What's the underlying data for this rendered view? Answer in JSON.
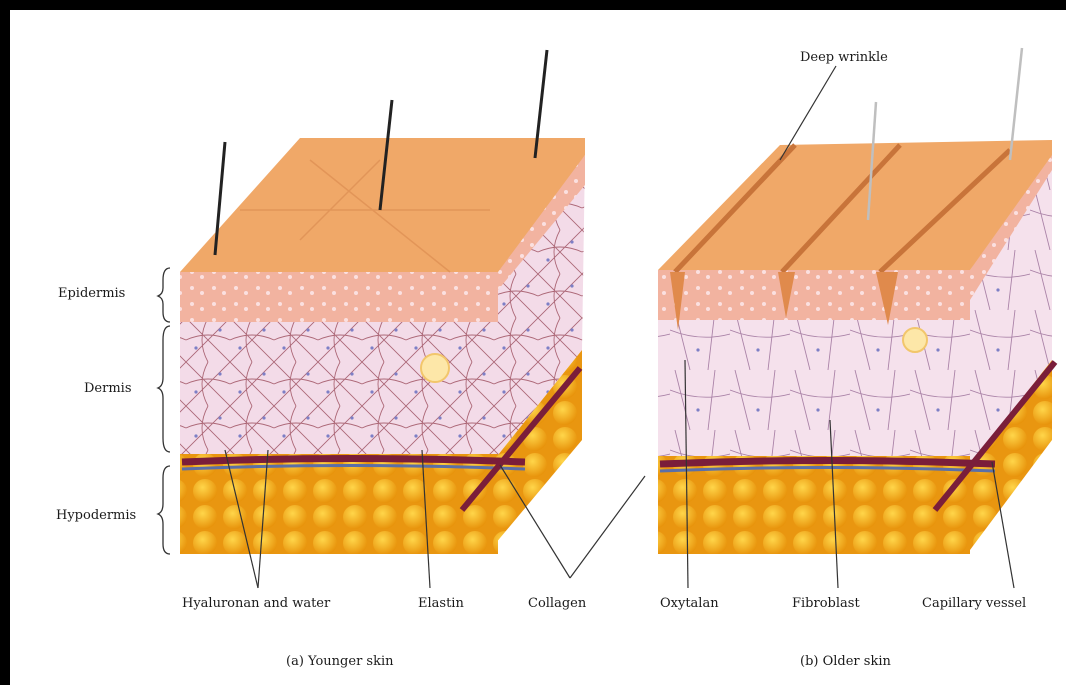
{
  "layer_labels": {
    "epidermis": "Epidermis",
    "dermis": "Dermis",
    "hypodermis": "Hypodermis"
  },
  "component_labels": {
    "hyaluronan": "Hyaluronan and water",
    "elastin": "Elastin",
    "collagen": "Collagen",
    "oxytalan": "Oxytalan",
    "fibroblast": "Fibroblast",
    "capillary": "Capillary vessel",
    "deep_wrinkle": "Deep wrinkle"
  },
  "captions": {
    "younger": "(a) Younger skin",
    "older": "(b) Older skin"
  },
  "colors": {
    "skin_top": "#f0a868",
    "epidermis": "#f2b3a0",
    "dermis": "#f3dbe8",
    "fat": "#f5b21a",
    "vessel_red": "#7a1e3a",
    "vessel_blue": "#5a6fa8",
    "fiber": "#9a4a5a"
  }
}
